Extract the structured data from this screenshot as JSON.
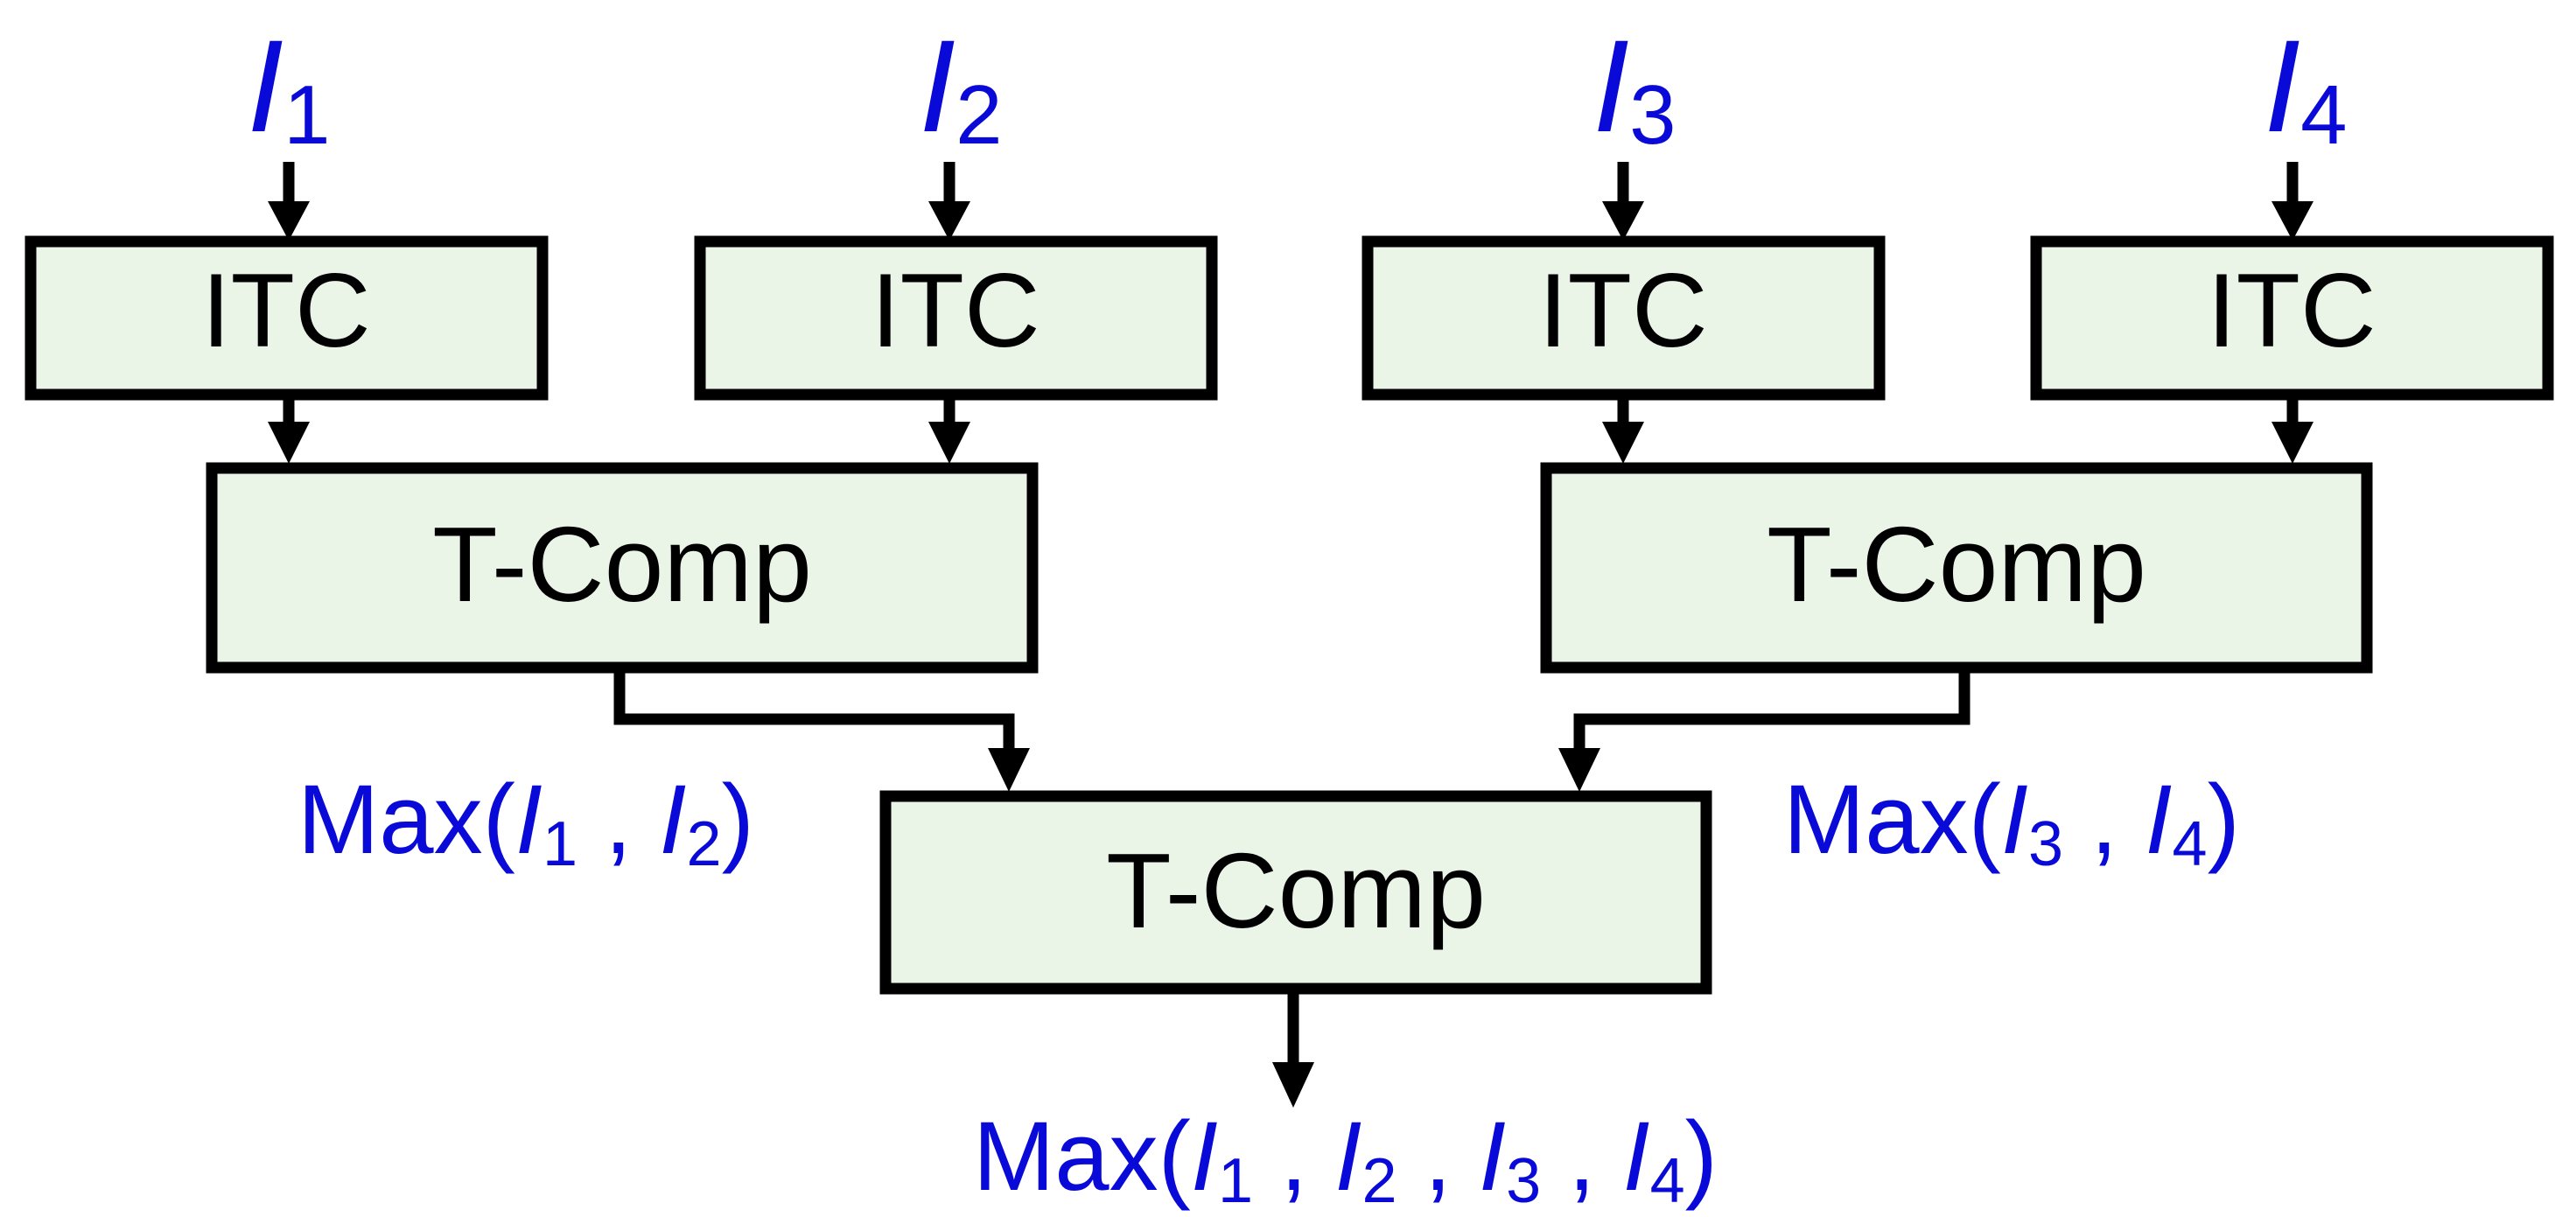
{
  "inputs": [
    {
      "symbol": "I",
      "index": "1"
    },
    {
      "symbol": "I",
      "index": "2"
    },
    {
      "symbol": "I",
      "index": "3"
    },
    {
      "symbol": "I",
      "index": "4"
    }
  ],
  "itc_label": "ITC",
  "tcomp_label": "T-Comp",
  "max_labels": {
    "pair_left": {
      "func": "Max(",
      "args": [
        {
          "symbol": "I",
          "index": "1"
        },
        {
          "symbol": "I",
          "index": "2"
        }
      ],
      "separator": " , ",
      "close": ")"
    },
    "pair_right": {
      "func": "Max(",
      "args": [
        {
          "symbol": "I",
          "index": "3"
        },
        {
          "symbol": "I",
          "index": "4"
        }
      ],
      "separator": " , ",
      "close": ")"
    },
    "final": {
      "func": "Max(",
      "args": [
        {
          "symbol": "I",
          "index": "1"
        },
        {
          "symbol": "I",
          "index": "2"
        },
        {
          "symbol": "I",
          "index": "3"
        },
        {
          "symbol": "I",
          "index": "4"
        }
      ],
      "separator": " , ",
      "close": ")"
    }
  },
  "colors": {
    "box_fill": "#eaf5e8",
    "stroke": "#000000",
    "label_blue": "#0a0ad8"
  }
}
